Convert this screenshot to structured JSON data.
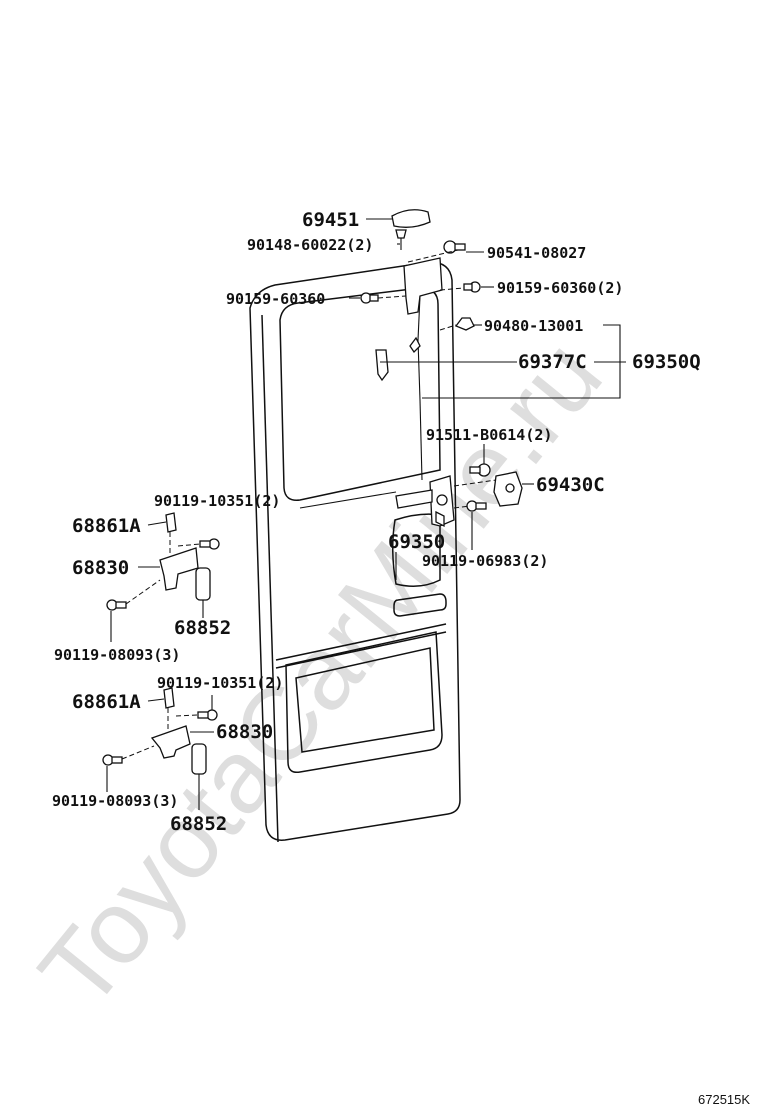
{
  "watermark": "ToyotaCarMine.ru",
  "figure_code": "672515K",
  "callouts": {
    "p69451": "69451",
    "p90148": "90148-60022(2)",
    "p90541": "90541-08027",
    "p90159a": "90159-60360",
    "p90159b": "90159-60360(2)",
    "p90480": "90480-13001",
    "p69377C": "69377C",
    "p69350Q": "69350Q",
    "p91511": "91511-B0614(2)",
    "p69430C": "69430C",
    "p90119_10351_a": "90119-10351(2)",
    "p68861A_a": "68861A",
    "p69350": "69350",
    "p90119_06983": "90119-06983(2)",
    "p68830_a": "68830",
    "p68852_a": "68852",
    "p90119_08093_a": "90119-08093(3)",
    "p90119_10351_b": "90119-10351(2)",
    "p68861A_b": "68861A",
    "p68830_b": "68830",
    "p90119_08093_b": "90119-08093(3)",
    "p68852_b": "68852"
  }
}
